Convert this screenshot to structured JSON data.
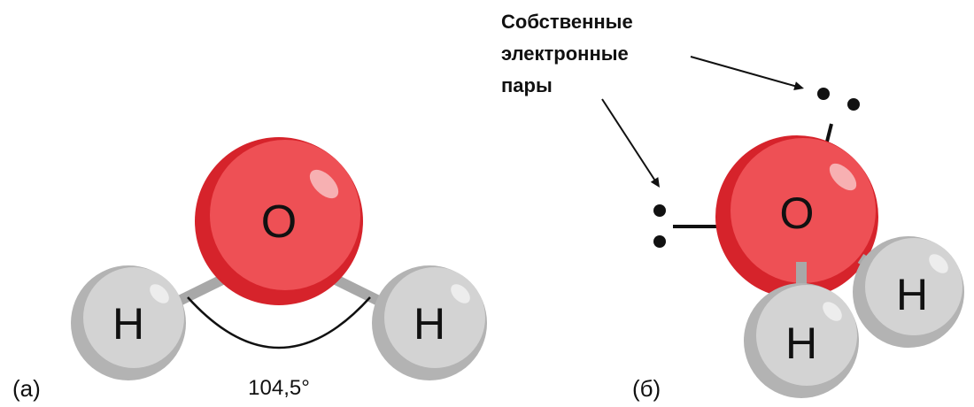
{
  "panel_a": {
    "label": "(а)",
    "angle_label": "104,5°",
    "atoms": {
      "oxygen": "O",
      "hydrogen_left": "H",
      "hydrogen_right": "H"
    }
  },
  "panel_b": {
    "label": "(б)",
    "atoms": {
      "oxygen": "O",
      "hydrogen_back": "H",
      "hydrogen_front": "H"
    },
    "annotation": {
      "lines": [
        "Собственные",
        "электронные",
        "пары"
      ]
    }
  },
  "colors": {
    "oxygen_dark": "#d6232b",
    "oxygen_light": "#ee5055",
    "hydrogen_dark": "#b3b3b3",
    "hydrogen_light": "#d3d3d3",
    "bond": "#a8a8a8",
    "lines": "#111111"
  }
}
